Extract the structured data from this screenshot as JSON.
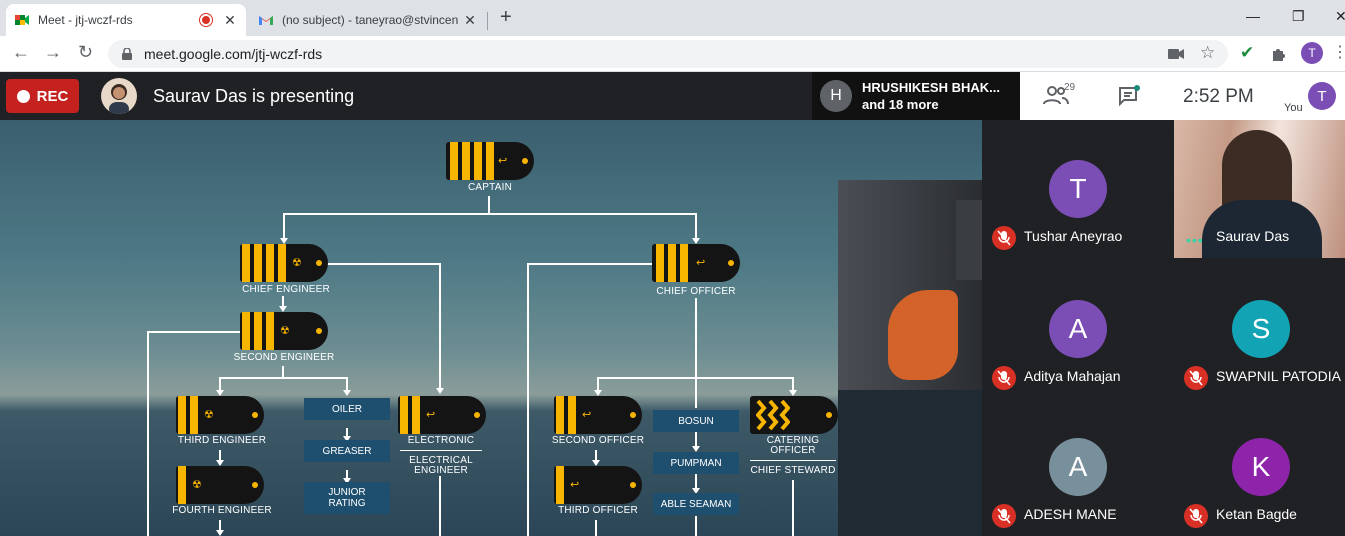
{
  "browser": {
    "tabs": [
      {
        "title": "Meet - jtj-wczf-rds",
        "recording": true
      },
      {
        "title": "(no subject) - taneyrao@stvincen"
      }
    ],
    "url": "meet.google.com/jtj-wczf-rds",
    "profile_initial": "T"
  },
  "meet": {
    "rec_label": "REC",
    "presenting_text": "Saurav Das is presenting",
    "chip": {
      "initial": "H",
      "line1": "HRUSHIKESH BHAK...",
      "line2": "and 18 more"
    },
    "people_count": "29",
    "time": "2:52  PM",
    "you_label": "You",
    "you_initial": "T"
  },
  "slide": {
    "captain": "CAPTAIN",
    "chief_engineer": "CHIEF ENGINEER",
    "chief_officer": "CHIEF OFFICER",
    "second_engineer": "SECOND ENGINEER",
    "third_engineer": "THIRD ENGINEER",
    "fourth_engineer": "FOURTH ENGINEER",
    "oiler": "OILER",
    "greaser": "GREASER",
    "junior_rating": "JUNIOR RATING",
    "electronic": "ELECTRONIC",
    "electrical_engineer": "ELECTRICAL ENGINEER",
    "second_officer": "SECOND OFFICER",
    "third_officer": "THIRD OFFICER",
    "bosun": "BOSUN",
    "pumpman": "PUMPMAN",
    "able_seaman": "ABLE SEAMAN",
    "catering_officer": "CATERING OFFICER",
    "chief_steward": "CHIEF STEWARD"
  },
  "participants": [
    {
      "name": "Tushar Aneyrao",
      "initial": "T",
      "color": "#7b4eb5",
      "muted": true
    },
    {
      "name": "Saurav Das",
      "video": true
    },
    {
      "name": "Aditya Mahajan",
      "initial": "A",
      "color": "#7b4eb5",
      "muted": true
    },
    {
      "name": "SWAPNIL PATODIA",
      "initial": "S",
      "color": "#12a4b4",
      "muted": true
    },
    {
      "name": "ADESH MANE",
      "initial": "A",
      "color": "#78909c",
      "muted": true
    },
    {
      "name": "Ketan Bagde",
      "initial": "K",
      "color": "#8e24aa",
      "muted": true
    }
  ]
}
